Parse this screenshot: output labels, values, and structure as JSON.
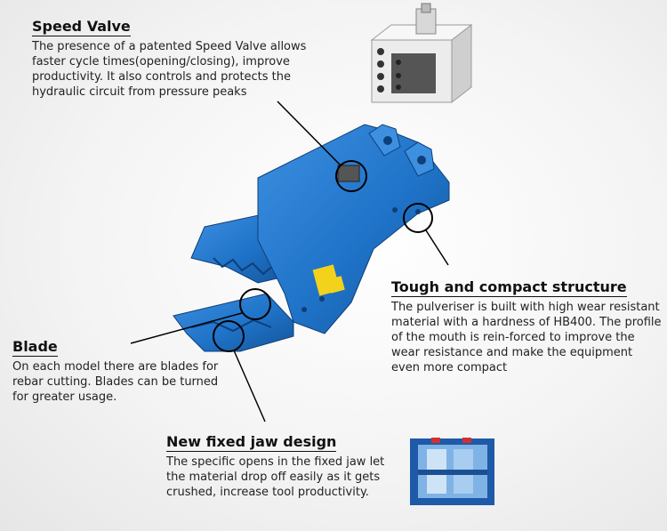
{
  "callouts": {
    "speed_valve": {
      "title": "Speed Valve",
      "body": "The presence of a patented Speed Valve allows faster cycle times(opening/closing), improve productivity. It also controls and protects the hydraulic circuit from pressure peaks"
    },
    "tough_structure": {
      "title": "Tough and compact structure",
      "body": "The pulveriser is built with high wear resistant material with a hardness of HB400. The profile of the mouth is rein-forced to improve the wear resistance and make the equipment even more compact"
    },
    "blade": {
      "title": "Blade",
      "body": "On each model there are blades for rebar cutting. Blades can be turned for greater usage."
    },
    "fixed_jaw": {
      "title": "New fixed jaw design",
      "body": "The specific opens in the fixed jaw let the material drop off easily as it gets crushed, increase tool productivity."
    }
  },
  "colors": {
    "tool_blue": "#1f73c8",
    "tool_blue_dark": "#14549a",
    "warning_yellow": "#f2d21b"
  },
  "icons": [
    "speed-valve-image",
    "pulveriser-image",
    "fixed-jaw-closeup-image"
  ]
}
